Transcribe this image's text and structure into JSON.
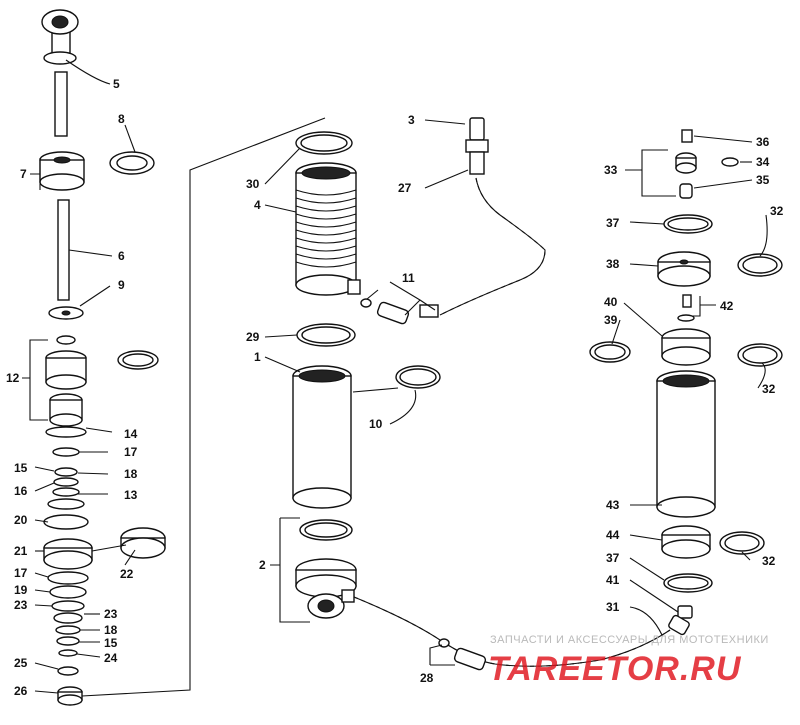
{
  "labels": {
    "l1": "1",
    "l2": "2",
    "l3": "3",
    "l4": "4",
    "l5": "5",
    "l6": "6",
    "l7": "7",
    "l8": "8",
    "l9": "9",
    "l10": "10",
    "l11": "11",
    "l12": "12",
    "l13": "13",
    "l14": "14",
    "l15a": "15",
    "l15b": "15",
    "l16": "16",
    "l17a": "17",
    "l17b": "17",
    "l18a": "18",
    "l18b": "18",
    "l19": "19",
    "l20": "20",
    "l21": "21",
    "l22": "22",
    "l23a": "23",
    "l23b": "23",
    "l24": "24",
    "l25": "25",
    "l26": "26",
    "l27": "27",
    "l28": "28",
    "l29": "29",
    "l30": "30",
    "l31": "31",
    "l32a": "32",
    "l32b": "32",
    "l32c": "32",
    "l33": "33",
    "l34": "34",
    "l35": "35",
    "l36": "36",
    "l37a": "37",
    "l37b": "37",
    "l38": "38",
    "l39": "39",
    "l40": "40",
    "l41": "41",
    "l42": "42",
    "l43": "43",
    "l44": "44"
  },
  "watermark": {
    "top_text": "ЗАПЧАСТИ И АКСЕССУАРЫ ДЛЯ МОТОТЕХНИКИ",
    "logo_text": "TAREETOR.RU",
    "logo_color": "#e0141d"
  }
}
